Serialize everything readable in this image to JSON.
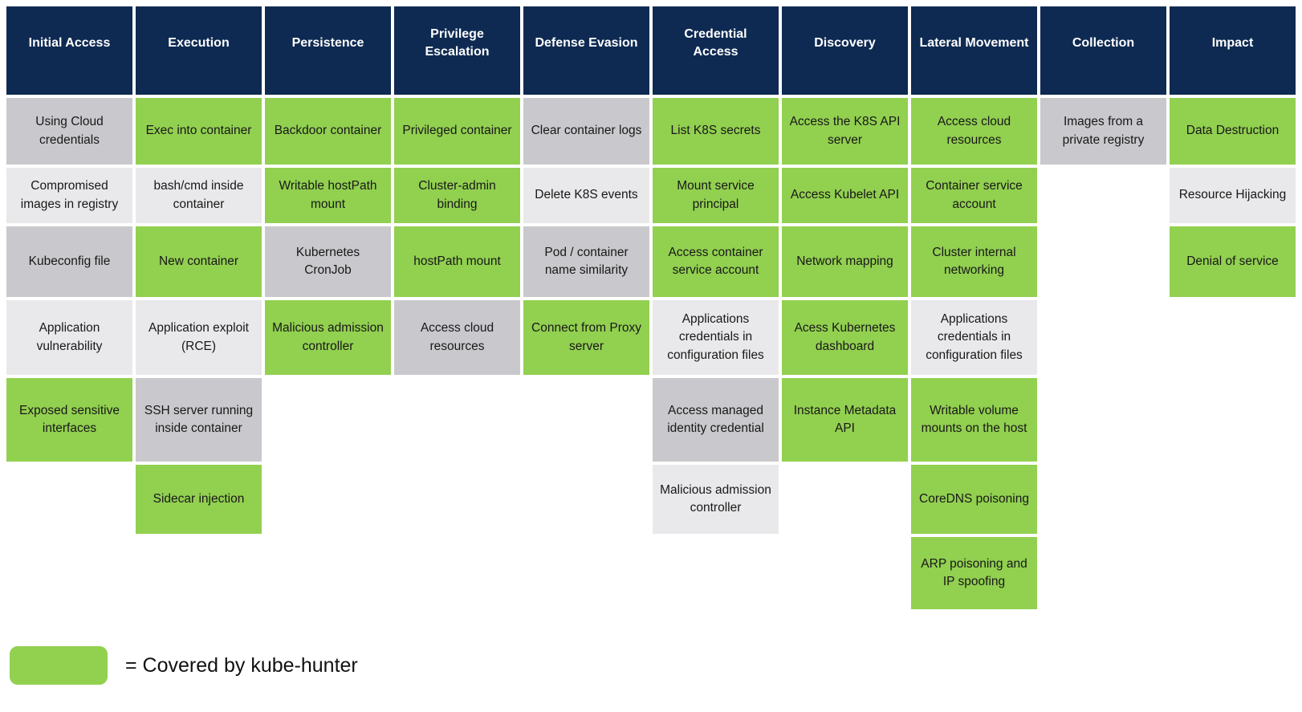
{
  "colors": {
    "header_bg": "#0e2a52",
    "covered": "#92d050",
    "uncovered_dark": "#c9c9cd",
    "uncovered_light": "#e9e9eb"
  },
  "legend": {
    "label": "= Covered by kube-hunter"
  },
  "matrix": {
    "columns": [
      {
        "header": "Initial Access",
        "cells": [
          {
            "label": "Using Cloud credentials",
            "covered": false,
            "shade": "dark"
          },
          {
            "label": "Compromised images in registry",
            "covered": false,
            "shade": "light"
          },
          {
            "label": "Kubeconfig file",
            "covered": false,
            "shade": "dark"
          },
          {
            "label": "Application vulnerability",
            "covered": false,
            "shade": "light"
          },
          {
            "label": "Exposed sensitive interfaces",
            "covered": true,
            "shade": "covered"
          }
        ]
      },
      {
        "header": "Execution",
        "cells": [
          {
            "label": "Exec into container",
            "covered": true,
            "shade": "covered"
          },
          {
            "label": "bash/cmd inside container",
            "covered": false,
            "shade": "light"
          },
          {
            "label": "New container",
            "covered": true,
            "shade": "covered"
          },
          {
            "label": "Application exploit (RCE)",
            "covered": false,
            "shade": "light"
          },
          {
            "label": "SSH server running inside container",
            "covered": false,
            "shade": "dark"
          },
          {
            "label": "Sidecar injection",
            "covered": true,
            "shade": "covered"
          }
        ]
      },
      {
        "header": "Persistence",
        "cells": [
          {
            "label": "Backdoor container",
            "covered": true,
            "shade": "covered"
          },
          {
            "label": "Writable hostPath mount",
            "covered": true,
            "shade": "covered"
          },
          {
            "label": "Kubernetes CronJob",
            "covered": false,
            "shade": "dark"
          },
          {
            "label": "Malicious admission controller",
            "covered": true,
            "shade": "covered"
          }
        ]
      },
      {
        "header": "Privilege Escalation",
        "cells": [
          {
            "label": "Privileged container",
            "covered": true,
            "shade": "covered"
          },
          {
            "label": "Cluster-admin binding",
            "covered": true,
            "shade": "covered"
          },
          {
            "label": "hostPath mount",
            "covered": true,
            "shade": "covered"
          },
          {
            "label": "Access cloud resources",
            "covered": false,
            "shade": "dark"
          }
        ]
      },
      {
        "header": "Defense Evasion",
        "cells": [
          {
            "label": "Clear container logs",
            "covered": false,
            "shade": "dark"
          },
          {
            "label": "Delete K8S events",
            "covered": false,
            "shade": "light"
          },
          {
            "label": "Pod / container name similarity",
            "covered": false,
            "shade": "dark"
          },
          {
            "label": "Connect from Proxy server",
            "covered": true,
            "shade": "covered"
          }
        ]
      },
      {
        "header": "Credential Access",
        "cells": [
          {
            "label": "List K8S secrets",
            "covered": true,
            "shade": "covered"
          },
          {
            "label": "Mount service principal",
            "covered": true,
            "shade": "covered"
          },
          {
            "label": "Access container service account",
            "covered": true,
            "shade": "covered"
          },
          {
            "label": "Applications credentials in configuration files",
            "covered": false,
            "shade": "light"
          },
          {
            "label": "Access managed identity credential",
            "covered": false,
            "shade": "dark"
          },
          {
            "label": "Malicious admission controller",
            "covered": false,
            "shade": "light"
          }
        ]
      },
      {
        "header": "Discovery",
        "cells": [
          {
            "label": "Access the K8S API server",
            "covered": true,
            "shade": "covered"
          },
          {
            "label": "Access Kubelet API",
            "covered": true,
            "shade": "covered"
          },
          {
            "label": "Network mapping",
            "covered": true,
            "shade": "covered"
          },
          {
            "label": "Acess Kubernetes dashboard",
            "covered": true,
            "shade": "covered"
          },
          {
            "label": "Instance Metadata API",
            "covered": true,
            "shade": "covered"
          }
        ]
      },
      {
        "header": "Lateral Movement",
        "cells": [
          {
            "label": "Access cloud resources",
            "covered": true,
            "shade": "covered"
          },
          {
            "label": "Container service account",
            "covered": true,
            "shade": "covered"
          },
          {
            "label": "Cluster internal networking",
            "covered": true,
            "shade": "covered"
          },
          {
            "label": "Applications credentials in configuration files",
            "covered": false,
            "shade": "light"
          },
          {
            "label": "Writable volume mounts on the host",
            "covered": true,
            "shade": "covered"
          },
          {
            "label": "CoreDNS poisoning",
            "covered": true,
            "shade": "covered"
          },
          {
            "label": "ARP poisoning and IP spoofing",
            "covered": true,
            "shade": "covered"
          }
        ]
      },
      {
        "header": "Collection",
        "cells": [
          {
            "label": "Images from a private registry",
            "covered": false,
            "shade": "dark"
          }
        ]
      },
      {
        "header": "Impact",
        "cells": [
          {
            "label": "Data Destruction",
            "covered": true,
            "shade": "covered"
          },
          {
            "label": "Resource Hijacking",
            "covered": false,
            "shade": "light"
          },
          {
            "label": "Denial of service",
            "covered": true,
            "shade": "covered"
          }
        ]
      }
    ]
  }
}
